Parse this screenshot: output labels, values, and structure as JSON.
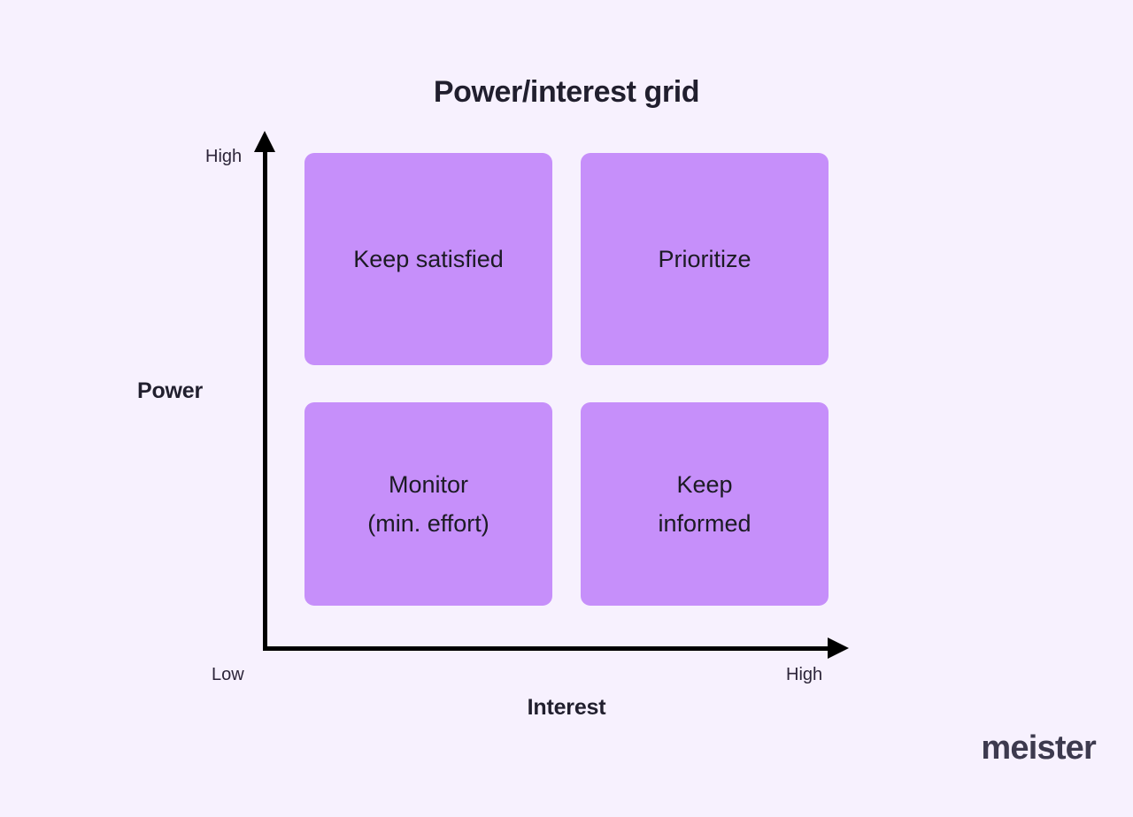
{
  "chart_data": {
    "type": "table",
    "title": "Power/interest grid",
    "xlabel": "Interest",
    "ylabel": "Power",
    "x_ticks": [
      "Low",
      "High"
    ],
    "y_ticks": [
      "High"
    ],
    "grid": false,
    "legend": "none",
    "quadrant_color": "#c68ffa",
    "background_color": "#f7f1fe",
    "categories": [
      "Low interest",
      "High interest"
    ],
    "rows": [
      "High power",
      "Low power"
    ],
    "cells": [
      {
        "row": "High power",
        "column": "Low interest",
        "label": "Keep satisfied"
      },
      {
        "row": "High power",
        "column": "High interest",
        "label": "Prioritize"
      },
      {
        "row": "Low power",
        "column": "Low interest",
        "label": "Monitor\n(min. effort)"
      },
      {
        "row": "Low power",
        "column": "High interest",
        "label": "Keep\ninformed"
      }
    ]
  },
  "title": "Power/interest grid",
  "axes": {
    "y": {
      "name": "Power",
      "high_tick": "High"
    },
    "x": {
      "name": "Interest",
      "low_tick": "Low",
      "high_tick": "High"
    }
  },
  "quadrants": [
    {
      "label": "Keep satisfied"
    },
    {
      "label": "Prioritize"
    },
    {
      "label": "Monitor\n(min. effort)"
    },
    {
      "label": "Keep\ninformed"
    }
  ],
  "branding": {
    "logo_text": "meister"
  }
}
